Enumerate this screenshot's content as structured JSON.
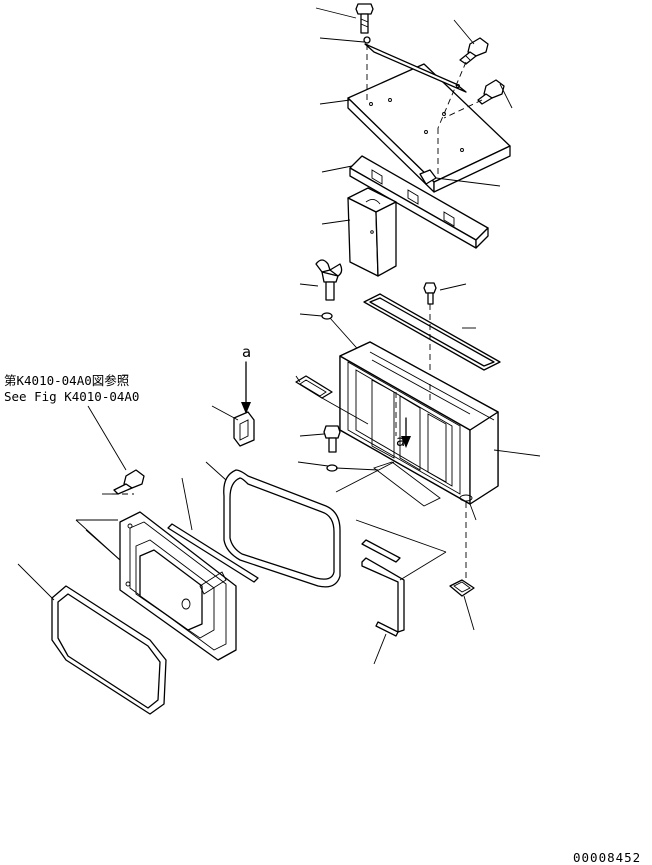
{
  "reference_note": {
    "japanese": "第K4010-04A0図参照",
    "english": "See Fig K4010-04A0"
  },
  "view_labels": [
    "a",
    "a"
  ],
  "drawing_number": "00008452"
}
